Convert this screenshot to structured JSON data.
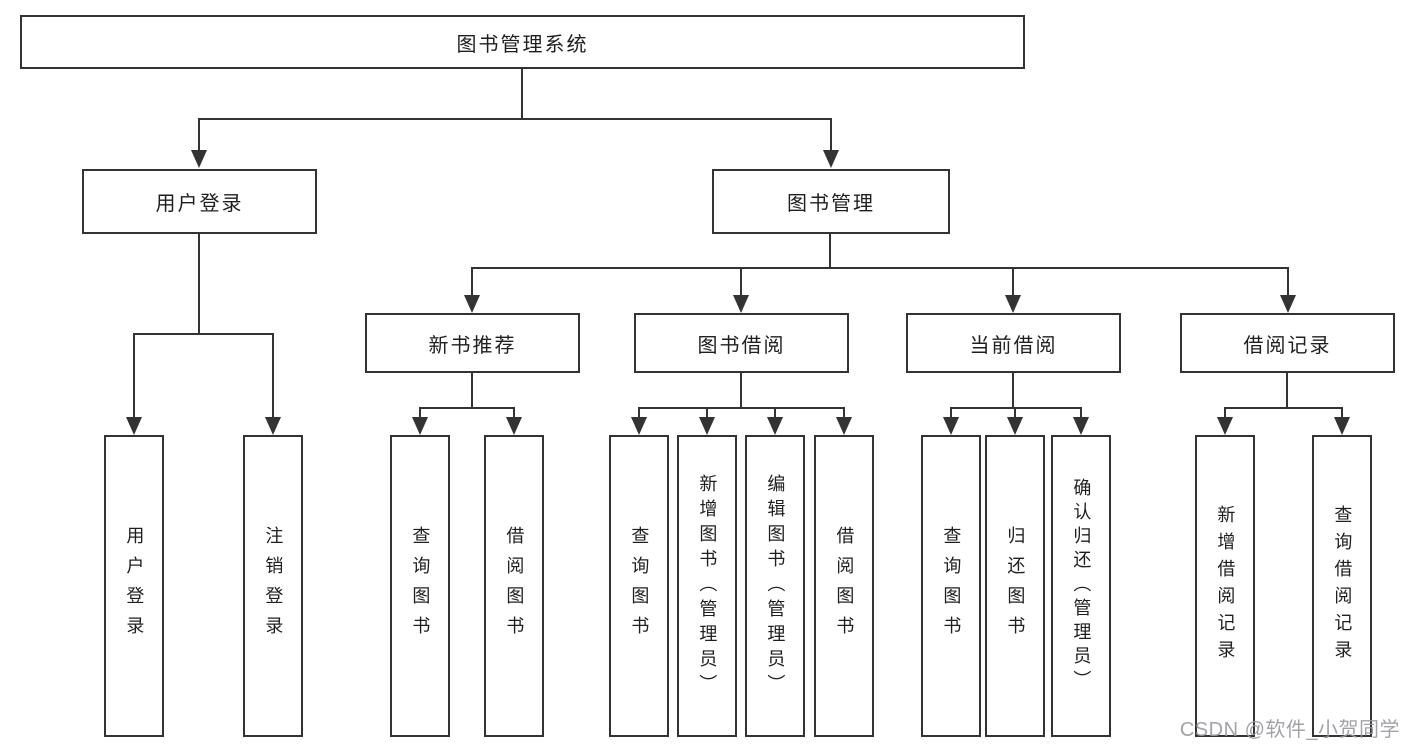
{
  "title": "图书管理系统",
  "level1": [
    "用户登录",
    "图书管理"
  ],
  "level2": [
    "新书推荐",
    "图书借阅",
    "当前借阅",
    "借阅记录"
  ],
  "leaf_groups": [
    {
      "parent": "用户登录",
      "items": [
        "用户登录",
        "注销登录"
      ]
    },
    {
      "parent": "新书推荐",
      "items": [
        "查询图书",
        "借阅图书"
      ]
    },
    {
      "parent": "图书借阅",
      "items": [
        "查询图书",
        "新增图书（管理员）",
        "编辑图书（管理员）",
        "借阅图书"
      ]
    },
    {
      "parent": "当前借阅",
      "items": [
        "查询图书",
        "归还图书",
        "确认归还（管理员）"
      ]
    },
    {
      "parent": "借阅记录",
      "items": [
        "新增借阅记录",
        "查询借阅记录"
      ]
    }
  ],
  "watermark": "CSDN @软件_小贺同学",
  "colors": {
    "line": "#333333",
    "text": "#1f1f1f",
    "watermark": "#9b9ba1",
    "background": "#ffffff"
  }
}
